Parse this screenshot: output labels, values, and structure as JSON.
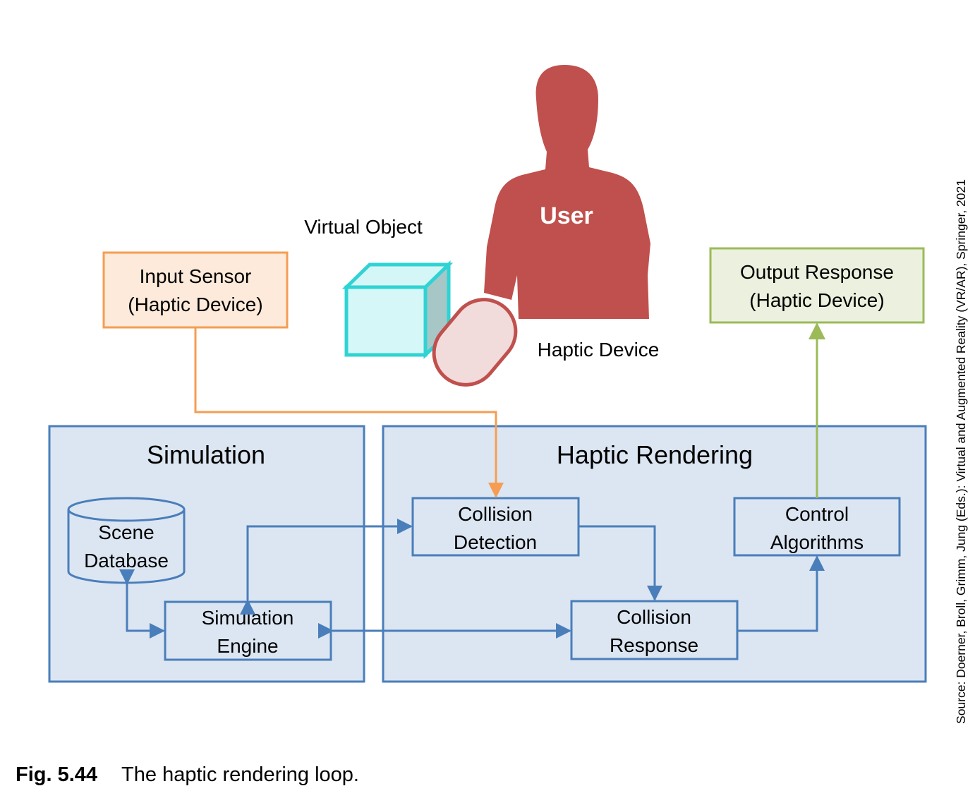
{
  "user": {
    "label": "User"
  },
  "virtual_object": {
    "label": "Virtual Object"
  },
  "haptic_device": {
    "label": "Haptic Device"
  },
  "input_sensor": {
    "line1": "Input Sensor",
    "line2": "(Haptic Device)"
  },
  "output_response": {
    "line1": "Output Response",
    "line2": "(Haptic Device)"
  },
  "simulation": {
    "title": "Simulation",
    "scene_db": {
      "line1": "Scene",
      "line2": "Database"
    },
    "engine": {
      "line1": "Simulation",
      "line2": "Engine"
    }
  },
  "haptic_rendering": {
    "title": "Haptic Rendering",
    "collision_detection": {
      "line1": "Collision",
      "line2": "Detection"
    },
    "collision_response": {
      "line1": "Collision",
      "line2": "Response"
    },
    "control_algorithms": {
      "line1": "Control",
      "line2": "Algorithms"
    }
  },
  "source": "Source: Doerner, Broll, Grimm, Jung (Eds.): Virtual and Augmented Reality (VR/AR), Springer, 2021",
  "caption": {
    "number": "Fig. 5.44",
    "text": "The haptic rendering loop."
  },
  "colors": {
    "blue_line": "#4a7ebb",
    "blue_fill": "#dce6f2",
    "orange": "#f59d52",
    "orange_fill": "#fdeada",
    "green": "#9bbb59",
    "green_fill": "#ebf1de",
    "user": "#c0504d",
    "cube": "#2fd3d3"
  }
}
